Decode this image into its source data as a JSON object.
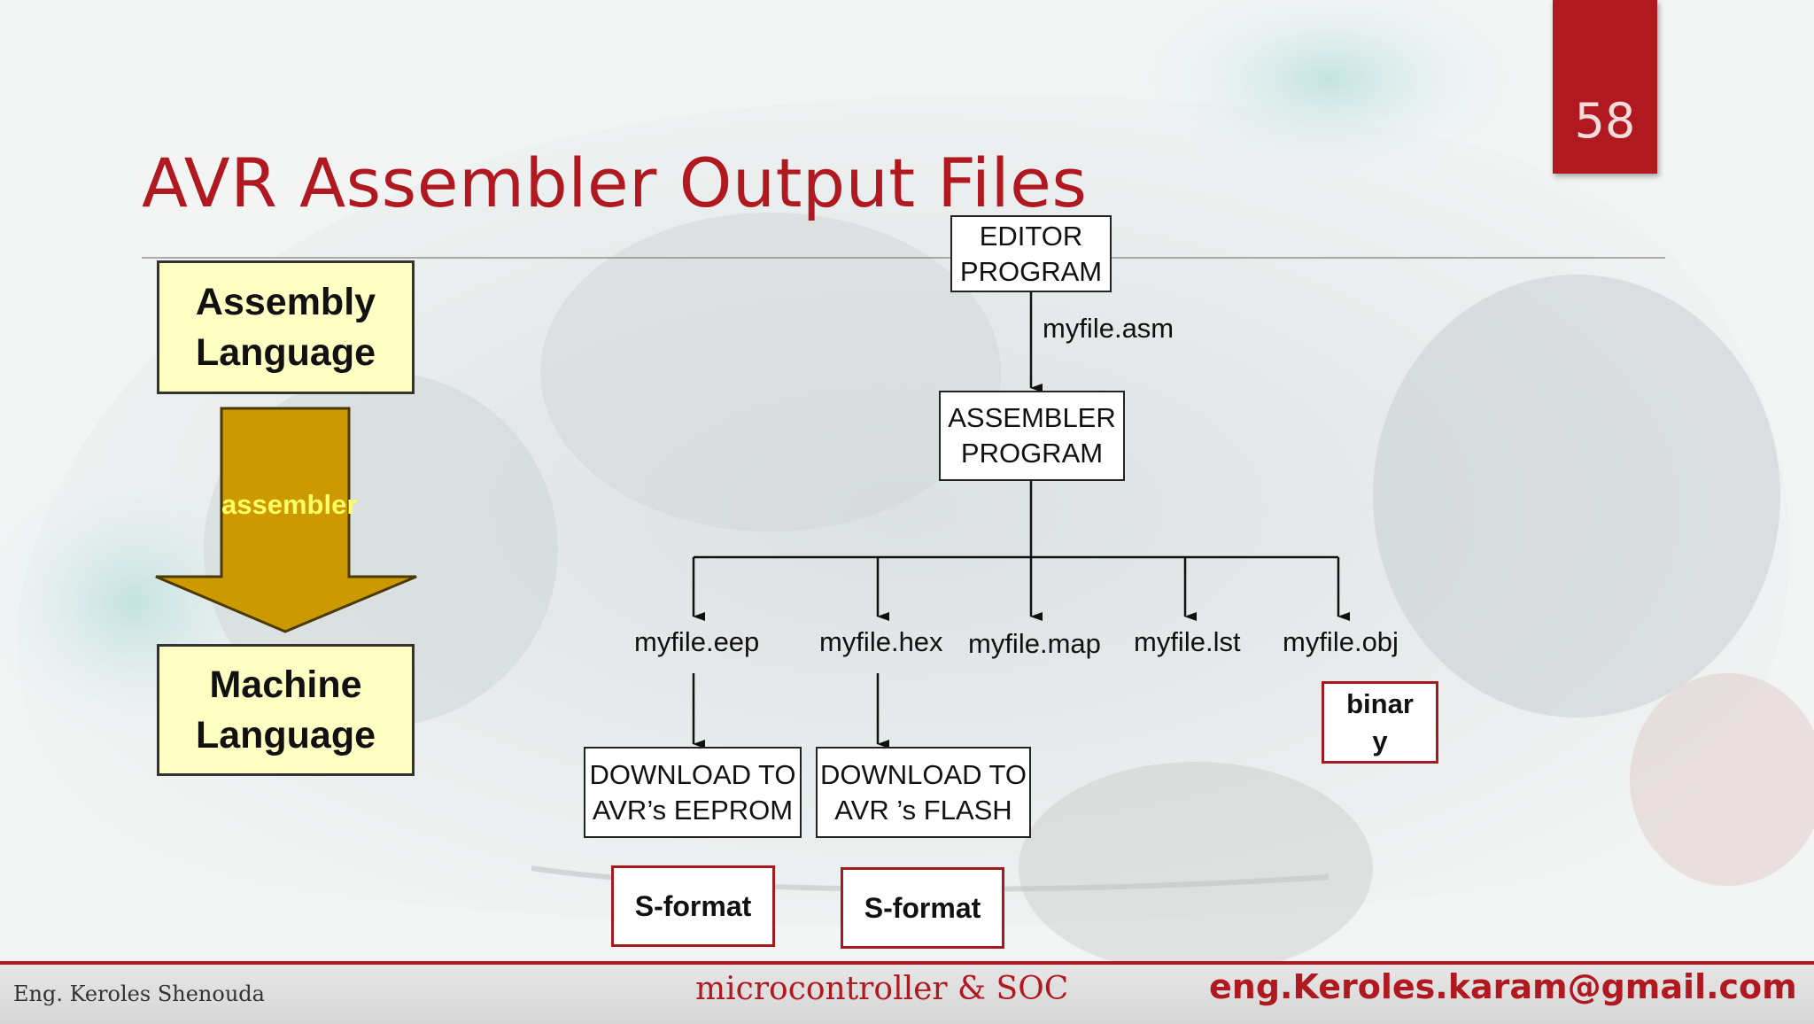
{
  "slide": {
    "number": "58",
    "title": "AVR Assembler Output Files"
  },
  "left_flow": {
    "top_box": "Assembly Language",
    "arrow_label": "assembler",
    "bottom_box": "Machine Language"
  },
  "flowchart": {
    "editor": [
      "EDITOR",
      "PROGRAM"
    ],
    "asm_file": "myfile.asm",
    "assembler": [
      "ASSEMBLER",
      "PROGRAM"
    ],
    "outputs": [
      "myfile.eep",
      "myfile.hex",
      "myfile.map",
      "myfile.lst",
      "myfile.obj"
    ],
    "download_eeprom": [
      "DOWNLOAD TO",
      "AVR’s EEPROM"
    ],
    "download_flash": [
      "DOWNLOAD TO",
      "AVR ’s FLASH"
    ],
    "format_eeprom": "S-format",
    "format_flash": "S-format",
    "obj_format": [
      "binar",
      "y"
    ]
  },
  "footer": {
    "author": "Eng. Keroles Shenouda",
    "course": "microcontroller & SOC",
    "email": "eng.Keroles.karam@gmail.com"
  },
  "colors": {
    "accent": "#b0191f",
    "arrow_fill": "#cc9900",
    "box_yellow": "#ffffc4"
  }
}
